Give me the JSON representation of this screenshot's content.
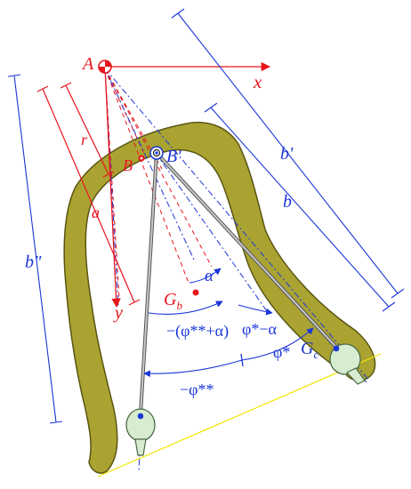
{
  "colors": {
    "red": "#e8141c",
    "blue": "#1a35d8",
    "bell": "#aaa332",
    "bell_dark": "#5a5512",
    "bulb": "#d7ecd0",
    "rim_line": "#f2e600",
    "rod": "#8a8a8a"
  },
  "labels": {
    "A": "A",
    "x": "x",
    "y": "y",
    "r": "r",
    "a": "a",
    "B_prime": "B'",
    "B_dot": "B",
    "b_prime": "b'",
    "b": "b",
    "b_dprime": "b\"",
    "alpha": "α",
    "G_b": "G",
    "G_b_sub": "b",
    "G_c": "G",
    "G_c_sub": "c",
    "phi_ss_alpha": "−(φ**+α)",
    "phi_s_alpha": "φ*−α",
    "phi_s": "φ*",
    "neg_phi_ss": "−φ**"
  }
}
